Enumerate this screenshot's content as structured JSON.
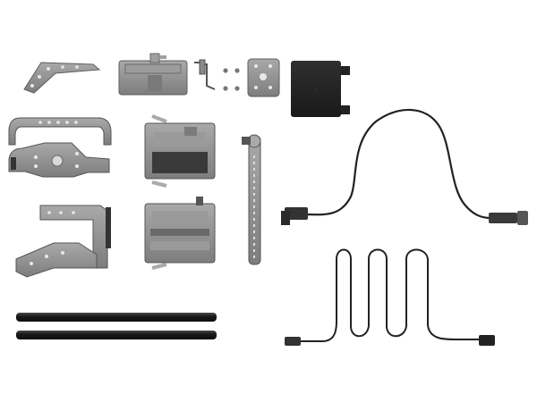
{
  "colors": {
    "background": "#ffffff",
    "metal": "#8e8e8e",
    "metal_dark": "#6f6f6f",
    "metal_light": "#b4b4b4",
    "black": "#1e1e1e",
    "cable": "#262626",
    "hole": "#efefef"
  },
  "items": [
    "cheese-plate-l-bracket",
    "v-mount-battery-plate",
    "hex-key",
    "screws",
    "mounting-plate",
    "battery-box",
    "top-handle",
    "cage-side-plate",
    "quick-release-plate",
    "rod-arm",
    "power-cable-xlr",
    "cage-bottom-bracket",
    "baseplate-rod-clamp",
    "rod-15mm-top",
    "rod-15mm-bottom",
    "usb-c-coiled-cable"
  ]
}
